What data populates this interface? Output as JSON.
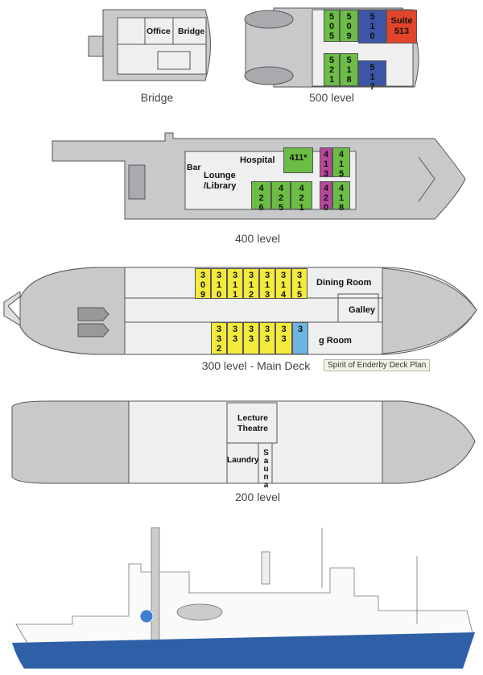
{
  "decks": {
    "bridge": {
      "label": "Bridge",
      "rooms": {
        "office": "Office",
        "bridge": "Bridge"
      }
    },
    "level500": {
      "label": "500 level",
      "cabins": [
        "505",
        "509",
        "510",
        "Suite 513",
        "521",
        "518",
        "517"
      ]
    },
    "level400": {
      "label": "400 level",
      "rooms": {
        "bar": "Bar",
        "lounge": "Lounge /Library",
        "hospital": "Hospital"
      },
      "cabins": [
        "411*",
        "413",
        "415",
        "426",
        "425",
        "421",
        "420",
        "418"
      ]
    },
    "level300": {
      "label": "300 level - Main Deck",
      "rooms": {
        "dining": "Dining Room",
        "galley": "Galley",
        "dining2": "g Room"
      },
      "cabins_top": [
        "309",
        "310",
        "311",
        "312",
        "313",
        "314",
        "315"
      ],
      "cabins_bottom": [
        "332",
        "33",
        "33",
        "33",
        "33",
        "3"
      ]
    },
    "level200": {
      "label": "200 level",
      "rooms": {
        "lecture": "Lecture Theatre",
        "laundry": "Laundry",
        "sauna": "Sauna"
      }
    }
  },
  "tooltip": "Spirit of Enderby Deck Plan",
  "colors": {
    "green": "#6cbd45",
    "blue": "#3d55a6",
    "red": "#e2452b",
    "magenta": "#b8479c",
    "yellow": "#f4ea3c",
    "light_blue": "#6bb4e4",
    "hull": "#2f5fa6",
    "deck_gray": "#c8c9cb",
    "interior": "#efefef"
  }
}
